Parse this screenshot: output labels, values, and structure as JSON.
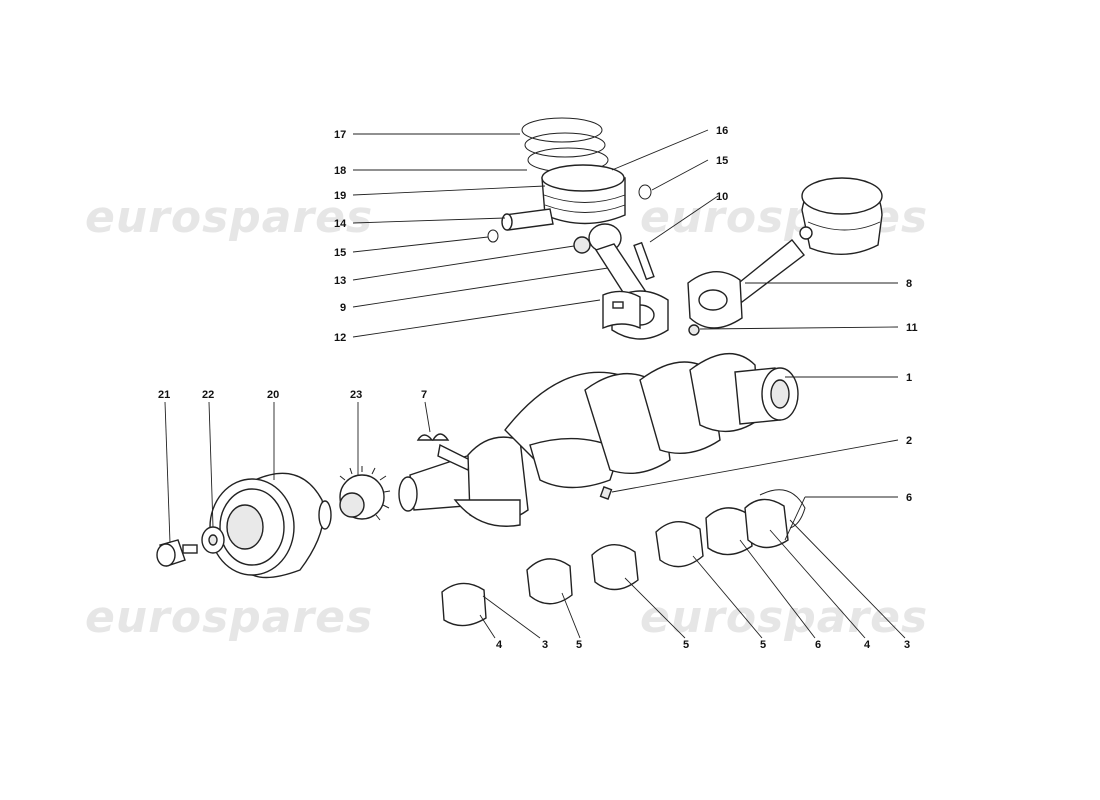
{
  "colors": {
    "ink": "#222222",
    "watermark": "#e6e6e6",
    "background": "#ffffff"
  },
  "watermarks": [
    "eurospares",
    "eurospares",
    "eurospares",
    "eurospares"
  ],
  "callouts": [
    "17",
    "18",
    "19",
    "14",
    "15",
    "13",
    "9",
    "12",
    "16",
    "15",
    "10",
    "8",
    "11",
    "1",
    "2",
    "6",
    "21",
    "22",
    "20",
    "23",
    "7",
    "4",
    "3",
    "5",
    "5",
    "5",
    "6",
    "4",
    "3"
  ]
}
